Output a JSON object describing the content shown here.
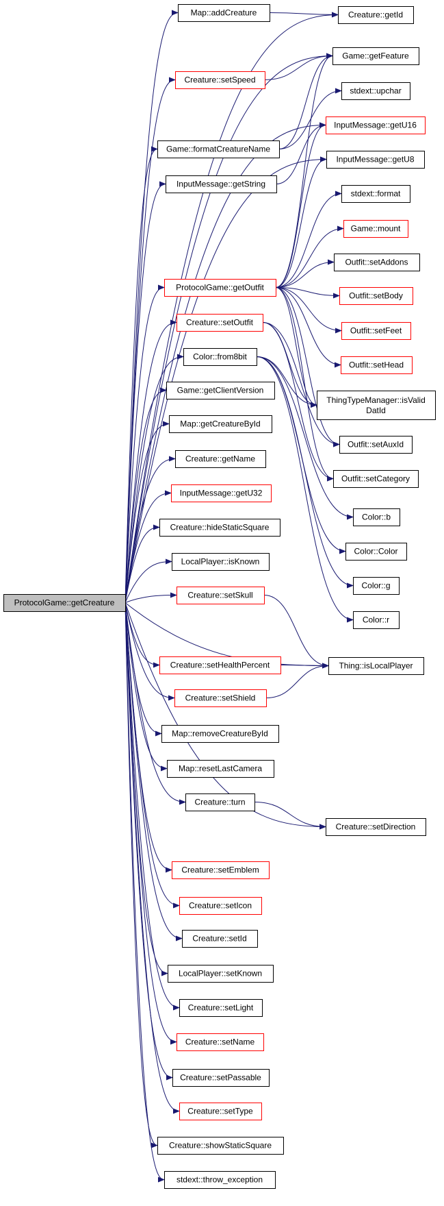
{
  "colors": {
    "edge": "#191970",
    "root_fill": "#bfbfbf",
    "node_border_default": "#000000",
    "node_border_truncated": "#ff0000",
    "node_fill": "#ffffff"
  },
  "root": {
    "id": "root",
    "label": "ProtocolGame::getCreature"
  },
  "callees": [
    {
      "id": "map-add-creature",
      "label": "Map::addCreature",
      "truncated": false
    },
    {
      "id": "creature-set-speed",
      "label": "Creature::setSpeed",
      "truncated": true
    },
    {
      "id": "game-format-creature-name",
      "label": "Game::formatCreatureName",
      "truncated": false
    },
    {
      "id": "input-message-get-string",
      "label": "InputMessage::getString",
      "truncated": false
    },
    {
      "id": "protocol-game-get-outfit",
      "label": "ProtocolGame::getOutfit",
      "truncated": true
    },
    {
      "id": "creature-set-outfit",
      "label": "Creature::setOutfit",
      "truncated": true
    },
    {
      "id": "color-from8bit",
      "label": "Color::from8bit",
      "truncated": false
    },
    {
      "id": "game-get-client-version",
      "label": "Game::getClientVersion",
      "truncated": false
    },
    {
      "id": "map-get-creature-by-id",
      "label": "Map::getCreatureById",
      "truncated": false
    },
    {
      "id": "creature-get-name",
      "label": "Creature::getName",
      "truncated": false
    },
    {
      "id": "input-message-get-u32",
      "label": "InputMessage::getU32",
      "truncated": true
    },
    {
      "id": "creature-hide-static-square",
      "label": "Creature::hideStaticSquare",
      "truncated": false
    },
    {
      "id": "local-player-is-known",
      "label": "LocalPlayer::isKnown",
      "truncated": false
    },
    {
      "id": "creature-set-skull",
      "label": "Creature::setSkull",
      "truncated": true
    },
    {
      "id": "creature-set-health-percent",
      "label": "Creature::setHealthPercent",
      "truncated": true
    },
    {
      "id": "creature-set-shield",
      "label": "Creature::setShield",
      "truncated": true
    },
    {
      "id": "map-remove-creature-by-id",
      "label": "Map::removeCreatureById",
      "truncated": false
    },
    {
      "id": "map-reset-last-camera",
      "label": "Map::resetLastCamera",
      "truncated": false
    },
    {
      "id": "creature-turn",
      "label": "Creature::turn",
      "truncated": false
    },
    {
      "id": "creature-set-emblem",
      "label": "Creature::setEmblem",
      "truncated": true
    },
    {
      "id": "creature-set-icon",
      "label": "Creature::setIcon",
      "truncated": true
    },
    {
      "id": "creature-set-id",
      "label": "Creature::setId",
      "truncated": false
    },
    {
      "id": "local-player-set-known",
      "label": "LocalPlayer::setKnown",
      "truncated": false
    },
    {
      "id": "creature-set-light",
      "label": "Creature::setLight",
      "truncated": false
    },
    {
      "id": "creature-set-name",
      "label": "Creature::setName",
      "truncated": true
    },
    {
      "id": "creature-set-passable",
      "label": "Creature::setPassable",
      "truncated": false
    },
    {
      "id": "creature-set-type",
      "label": "Creature::setType",
      "truncated": true
    },
    {
      "id": "creature-show-static-square",
      "label": "Creature::showStaticSquare",
      "truncated": false
    },
    {
      "id": "stdext-throw-exception",
      "label": "stdext::throw_exception",
      "truncated": false
    }
  ],
  "leaves": [
    {
      "id": "creature-get-id",
      "label": "Creature::getId",
      "truncated": false
    },
    {
      "id": "game-get-feature",
      "label": "Game::getFeature",
      "truncated": false
    },
    {
      "id": "stdext-upchar",
      "label": "stdext::upchar",
      "truncated": false
    },
    {
      "id": "input-message-get-u16",
      "label": "InputMessage::getU16",
      "truncated": true
    },
    {
      "id": "input-message-get-u8",
      "label": "InputMessage::getU8",
      "truncated": false
    },
    {
      "id": "stdext-format",
      "label": "stdext::format",
      "truncated": false
    },
    {
      "id": "game-mount",
      "label": "Game::mount",
      "truncated": true
    },
    {
      "id": "outfit-set-addons",
      "label": "Outfit::setAddons",
      "truncated": false
    },
    {
      "id": "outfit-set-body",
      "label": "Outfit::setBody",
      "truncated": true
    },
    {
      "id": "outfit-set-feet",
      "label": "Outfit::setFeet",
      "truncated": true
    },
    {
      "id": "outfit-set-head",
      "label": "Outfit::setHead",
      "truncated": true
    },
    {
      "id": "thing-type-manager-is-valid-dat-id",
      "label": "ThingTypeManager::isValid",
      "label2": "DatId",
      "truncated": false
    },
    {
      "id": "outfit-set-aux-id",
      "label": "Outfit::setAuxId",
      "truncated": false
    },
    {
      "id": "outfit-set-category",
      "label": "Outfit::setCategory",
      "truncated": false
    },
    {
      "id": "color-b",
      "label": "Color::b",
      "truncated": false
    },
    {
      "id": "color-color",
      "label": "Color::Color",
      "truncated": false
    },
    {
      "id": "color-g",
      "label": "Color::g",
      "truncated": false
    },
    {
      "id": "color-r",
      "label": "Color::r",
      "truncated": false
    },
    {
      "id": "thing-is-local-player",
      "label": "Thing::isLocalPlayer",
      "truncated": false
    },
    {
      "id": "creature-set-direction",
      "label": "Creature::setDirection",
      "truncated": false
    }
  ],
  "edges": [
    [
      "root",
      "map-add-creature"
    ],
    [
      "root",
      "creature-get-id"
    ],
    [
      "root",
      "creature-set-speed"
    ],
    [
      "root",
      "game-get-feature"
    ],
    [
      "root",
      "game-format-creature-name"
    ],
    [
      "root",
      "input-message-get-u16"
    ],
    [
      "root",
      "input-message-get-string"
    ],
    [
      "root",
      "input-message-get-u8"
    ],
    [
      "root",
      "protocol-game-get-outfit"
    ],
    [
      "root",
      "creature-set-outfit"
    ],
    [
      "root",
      "color-from8bit"
    ],
    [
      "root",
      "game-get-client-version"
    ],
    [
      "root",
      "map-get-creature-by-id"
    ],
    [
      "root",
      "creature-get-name"
    ],
    [
      "root",
      "input-message-get-u32"
    ],
    [
      "root",
      "creature-hide-static-square"
    ],
    [
      "root",
      "local-player-is-known"
    ],
    [
      "root",
      "creature-set-skull"
    ],
    [
      "root",
      "thing-is-local-player"
    ],
    [
      "root",
      "creature-set-health-percent"
    ],
    [
      "root",
      "creature-set-shield"
    ],
    [
      "root",
      "map-remove-creature-by-id"
    ],
    [
      "root",
      "map-reset-last-camera"
    ],
    [
      "root",
      "creature-turn"
    ],
    [
      "root",
      "creature-set-direction"
    ],
    [
      "root",
      "creature-set-emblem"
    ],
    [
      "root",
      "creature-set-icon"
    ],
    [
      "root",
      "creature-set-id"
    ],
    [
      "root",
      "local-player-set-known"
    ],
    [
      "root",
      "creature-set-light"
    ],
    [
      "root",
      "creature-set-name"
    ],
    [
      "root",
      "creature-set-passable"
    ],
    [
      "root",
      "creature-set-type"
    ],
    [
      "root",
      "creature-show-static-square"
    ],
    [
      "root",
      "stdext-throw-exception"
    ],
    [
      "map-add-creature",
      "creature-get-id"
    ],
    [
      "creature-set-speed",
      "game-get-feature"
    ],
    [
      "game-format-creature-name",
      "stdext-upchar"
    ],
    [
      "game-format-creature-name",
      "game-get-feature"
    ],
    [
      "input-message-get-string",
      "input-message-get-u16"
    ],
    [
      "protocol-game-get-outfit",
      "game-get-feature"
    ],
    [
      "protocol-game-get-outfit",
      "input-message-get-u16"
    ],
    [
      "protocol-game-get-outfit",
      "input-message-get-u8"
    ],
    [
      "protocol-game-get-outfit",
      "stdext-format"
    ],
    [
      "protocol-game-get-outfit",
      "game-mount"
    ],
    [
      "protocol-game-get-outfit",
      "outfit-set-addons"
    ],
    [
      "protocol-game-get-outfit",
      "outfit-set-body"
    ],
    [
      "protocol-game-get-outfit",
      "outfit-set-feet"
    ],
    [
      "protocol-game-get-outfit",
      "outfit-set-head"
    ],
    [
      "protocol-game-get-outfit",
      "thing-type-manager-is-valid-dat-id"
    ],
    [
      "protocol-game-get-outfit",
      "outfit-set-aux-id"
    ],
    [
      "protocol-game-get-outfit",
      "outfit-set-category"
    ],
    [
      "creature-set-outfit",
      "thing-type-manager-is-valid-dat-id"
    ],
    [
      "creature-set-outfit",
      "outfit-set-aux-id"
    ],
    [
      "creature-set-outfit",
      "outfit-set-category"
    ],
    [
      "color-from8bit",
      "color-b"
    ],
    [
      "color-from8bit",
      "color-color"
    ],
    [
      "color-from8bit",
      "color-g"
    ],
    [
      "color-from8bit",
      "color-r"
    ],
    [
      "color-from8bit",
      "thing-type-manager-is-valid-dat-id"
    ],
    [
      "creature-set-skull",
      "thing-is-local-player"
    ],
    [
      "creature-set-health-percent",
      "thing-is-local-player"
    ],
    [
      "creature-set-shield",
      "thing-is-local-player"
    ],
    [
      "creature-turn",
      "creature-set-direction"
    ]
  ]
}
